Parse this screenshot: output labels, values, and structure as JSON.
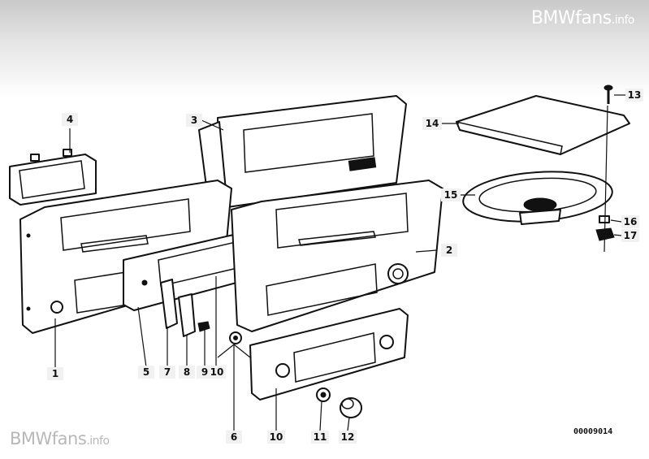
{
  "watermark": {
    "brand": "BMWfans",
    "suffix": ".info"
  },
  "drawing_code": "00009014",
  "callouts": [
    {
      "id": "c1",
      "label": "1"
    },
    {
      "id": "c2",
      "label": "2"
    },
    {
      "id": "c3",
      "label": "3"
    },
    {
      "id": "c4",
      "label": "4"
    },
    {
      "id": "c5",
      "label": "5"
    },
    {
      "id": "c6",
      "label": "6"
    },
    {
      "id": "c7",
      "label": "7"
    },
    {
      "id": "c8",
      "label": "8"
    },
    {
      "id": "c9",
      "label": "9"
    },
    {
      "id": "c10a",
      "label": "10"
    },
    {
      "id": "c10b",
      "label": "10"
    },
    {
      "id": "c11",
      "label": "11"
    },
    {
      "id": "c12",
      "label": "12"
    },
    {
      "id": "c13",
      "label": "13"
    },
    {
      "id": "c14",
      "label": "14"
    },
    {
      "id": "c15",
      "label": "15"
    },
    {
      "id": "c16",
      "label": "16"
    },
    {
      "id": "c17",
      "label": "17"
    }
  ],
  "colors": {
    "line": "#111111",
    "callout_bg": "#f1f1f1",
    "watermark_gray": "#b8b8b8"
  }
}
